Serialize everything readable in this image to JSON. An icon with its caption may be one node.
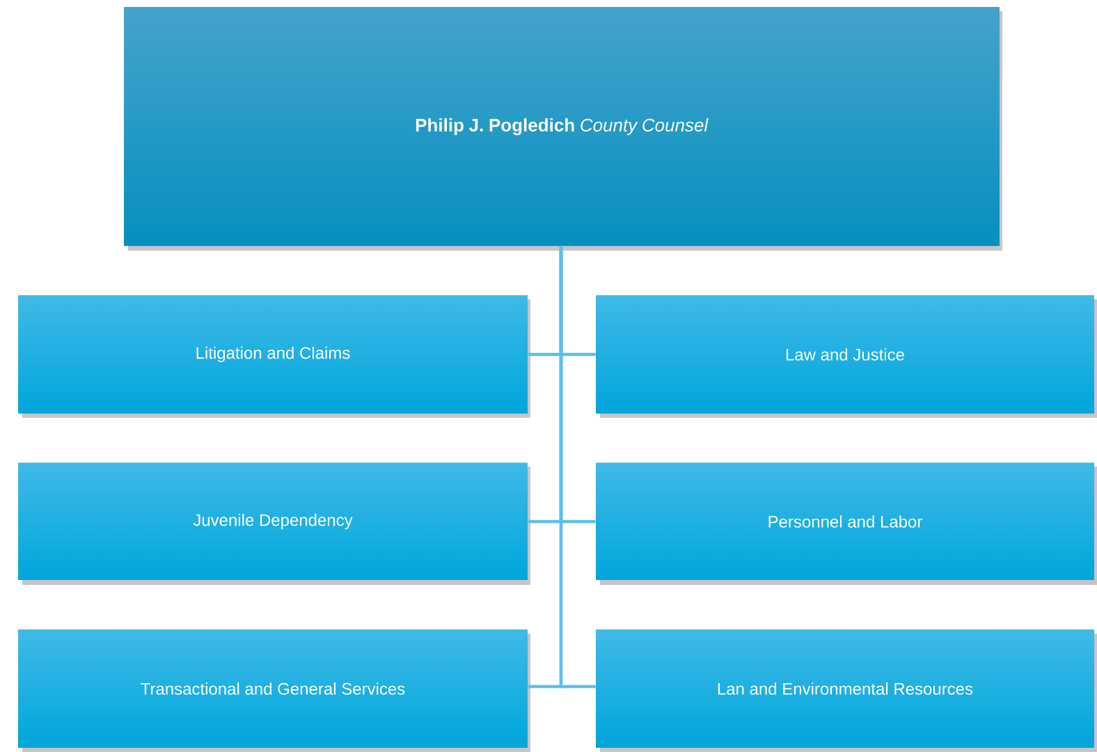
{
  "diagram": {
    "nodes": [
      {
        "text": [
          "**Philip J. Pogledich** *County Counsel*"
        ]
      },
      {
        "text": [
          "Litigation and Claims"
        ]
      },
      {
        "text": [
          "Law and Justice"
        ]
      },
      {
        "text": [
          "Juvenile Dependency"
        ]
      },
      {
        "text": [
          "Personnel and Labor"
        ]
      },
      {
        "text": [
          "Transactional and General Services"
        ]
      },
      {
        "text": [
          "Lan and Environmental Resources"
        ]
      }
    ],
    "edges": [
      {
        "from": 0,
        "to": 1,
        "arrow": "none"
      },
      {
        "from": 0,
        "to": 2,
        "arrow": "none"
      },
      {
        "from": 0,
        "to": 3,
        "arrow": "none"
      },
      {
        "from": 0,
        "to": 4,
        "arrow": "none"
      },
      {
        "from": 0,
        "to": 5,
        "arrow": "none"
      },
      {
        "from": 0,
        "to": 6,
        "arrow": "none"
      }
    ]
  }
}
